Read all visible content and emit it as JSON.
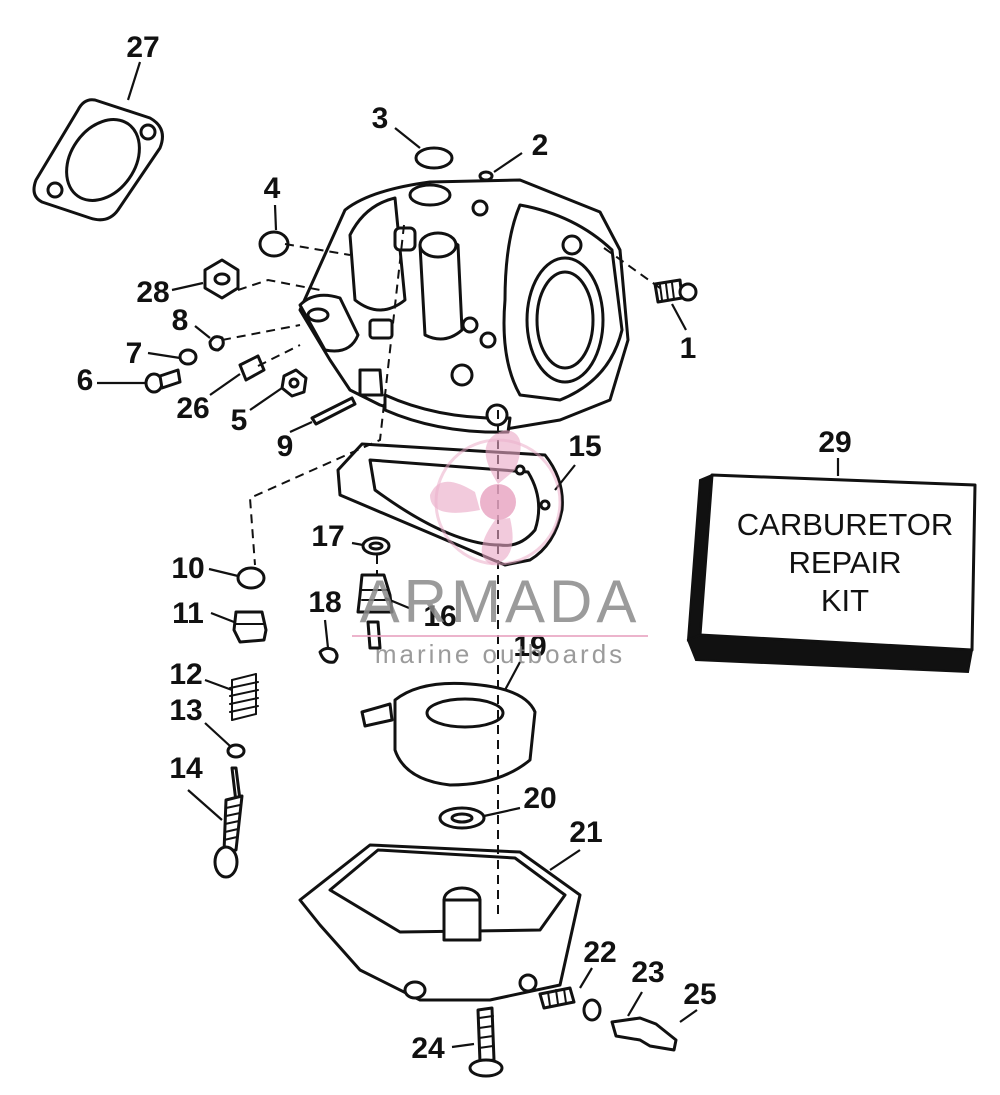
{
  "callouts": {
    "c1": "1",
    "c2": "2",
    "c3": "3",
    "c4": "4",
    "c5": "5",
    "c6": "6",
    "c7": "7",
    "c8": "8",
    "c9": "9",
    "c10": "10",
    "c11": "11",
    "c12": "12",
    "c13": "13",
    "c14": "14",
    "c15": "15",
    "c16": "16",
    "c17": "17",
    "c18": "18",
    "c19": "19",
    "c20": "20",
    "c21": "21",
    "c22": "22",
    "c23": "23",
    "c24": "24",
    "c25": "25",
    "c26": "26",
    "c27": "27",
    "c28": "28",
    "c29": "29"
  },
  "kit_box": {
    "line1": "CARBURETOR",
    "line2": "REPAIR",
    "line3": "KIT"
  },
  "watermark": {
    "brand": "ARMADA",
    "tagline": "marine outboards",
    "color": "#e9a7c4"
  }
}
